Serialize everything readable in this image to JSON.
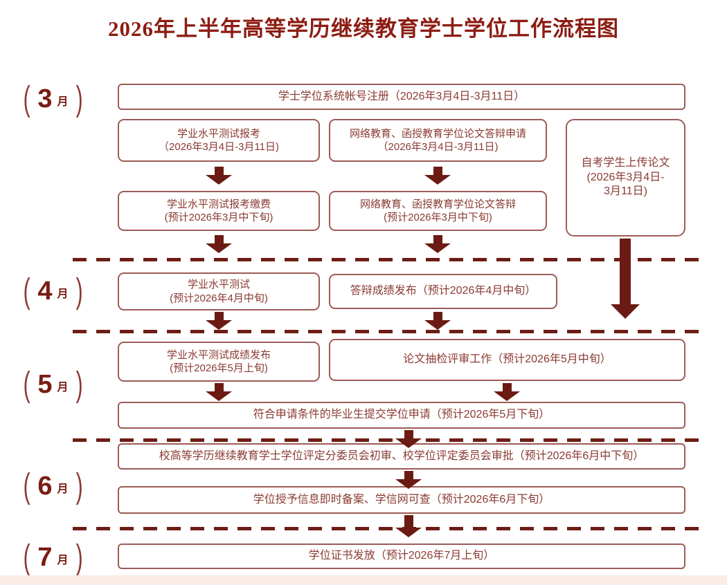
{
  "title": "2026年上半年高等学历继续教育学士学位工作流程图",
  "months": [
    {
      "open": "(",
      "num": "3",
      "unit": "月",
      "close": ")"
    },
    {
      "open": "(",
      "num": "4",
      "unit": "月",
      "close": ")"
    },
    {
      "open": "(",
      "num": "5",
      "unit": "月",
      "close": ")"
    },
    {
      "open": "(",
      "num": "6",
      "unit": "月",
      "close": ")"
    },
    {
      "open": "(",
      "num": "7",
      "unit": "月",
      "close": ")"
    }
  ],
  "boxes": {
    "account_register": {
      "lines": [
        "学士学位系统帐号注册（2026年3月4日-3月11日）"
      ]
    },
    "test_apply": {
      "lines": [
        "学业水平测试报考",
        "（2026年3月4日-3月11日)"
      ]
    },
    "defense_apply": {
      "lines": [
        "网络教育、函授教育学位论文答辩申请",
        "（2026年3月4日-3月11日)"
      ]
    },
    "self_study_upload": {
      "lines": [
        "自考学生上传论文",
        "(2026年3月4日-",
        "3月11日)"
      ]
    },
    "test_pay": {
      "lines": [
        "学业水平测试报考缴费",
        "(预计2026年3月中下旬)"
      ]
    },
    "defense": {
      "lines": [
        "网络教育、函授教育学位论文答辩",
        "(预计2026年3月中下旬)"
      ]
    },
    "test": {
      "lines": [
        "学业水平测试",
        "(预计2026年4月中旬)"
      ]
    },
    "defense_result": {
      "lines": [
        "答辩成绩发布（预计2026年4月中旬）"
      ]
    },
    "test_result": {
      "lines": [
        "学业水平测试成绩发布",
        "(预计2026年5月上旬)"
      ]
    },
    "thesis_review": {
      "lines": [
        "论文抽检评审工作（预计2026年5月中旬）"
      ]
    },
    "degree_apply": {
      "lines": [
        "符合申请条件的毕业生提交学位申请（预计2026年5月下旬）"
      ]
    },
    "committee_review": {
      "lines": [
        "校高等学历继续教育学士学位评定分委员会初审、校学位评定委员会审批（预计2026年6月中下旬）"
      ]
    },
    "record_filing": {
      "lines": [
        "学位授予信息即时备案、学信网可查（预计2026年6月下旬）"
      ]
    },
    "certificate_issue": {
      "lines": [
        "学位证书发放（预计2026年7月上旬）"
      ]
    }
  },
  "colors": {
    "title": "#8c1c12",
    "box_border": "#9c5b55",
    "box_text": "#8a3a32",
    "arrow": "#6b1b13",
    "month": "#7a1c13",
    "footer_strip": "#f9ece7"
  }
}
